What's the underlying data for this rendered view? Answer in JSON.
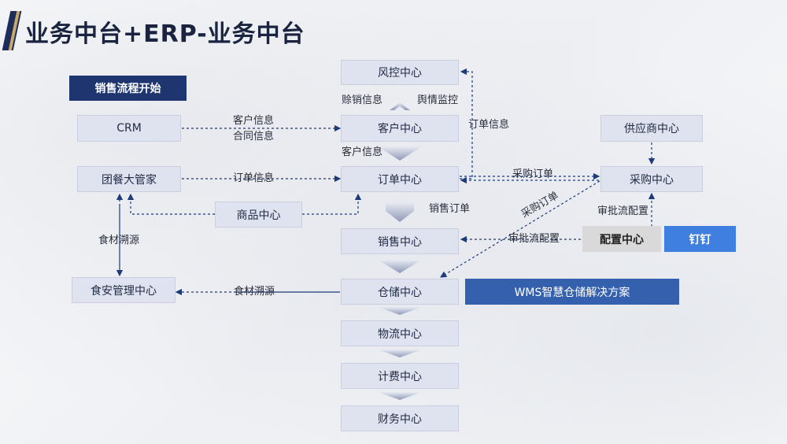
{
  "title": "业务中台+ERP-业务中台",
  "start_label": "销售流程开始",
  "nodes": {
    "risk": "风控中心",
    "customer": "客户中心",
    "order": "订单中心",
    "sales": "销售中心",
    "warehouse": "仓储中心",
    "logistics": "物流中心",
    "billing": "计费中心",
    "finance": "财务中心",
    "crm": "CRM",
    "group_meal": "团餐大管家",
    "product": "商品中心",
    "food_safety": "食安管理中心",
    "supplier": "供应商中心",
    "purchase": "采购中心",
    "config": "配置中心",
    "dingtalk": "钉钉",
    "wms": "WMS智慧仓储解决方案"
  },
  "edge_labels": {
    "credit_info": "赊销信息",
    "public_opinion": "舆情监控",
    "customer_info_line1": "客户信息",
    "customer_info_line2": "合同信息",
    "customer_info": "客户信息",
    "order_info_left": "订单信息",
    "order_info_right": "订单信息",
    "purchase_order_top": "采购订单",
    "purchase_order_diag": "采购订单",
    "sales_order": "销售订单",
    "approval_config_right": "审批流配置",
    "approval_config_left": "审批流配置",
    "ingredient_trace_v": "食材溯源",
    "ingredient_trace_h": "食材溯源"
  }
}
